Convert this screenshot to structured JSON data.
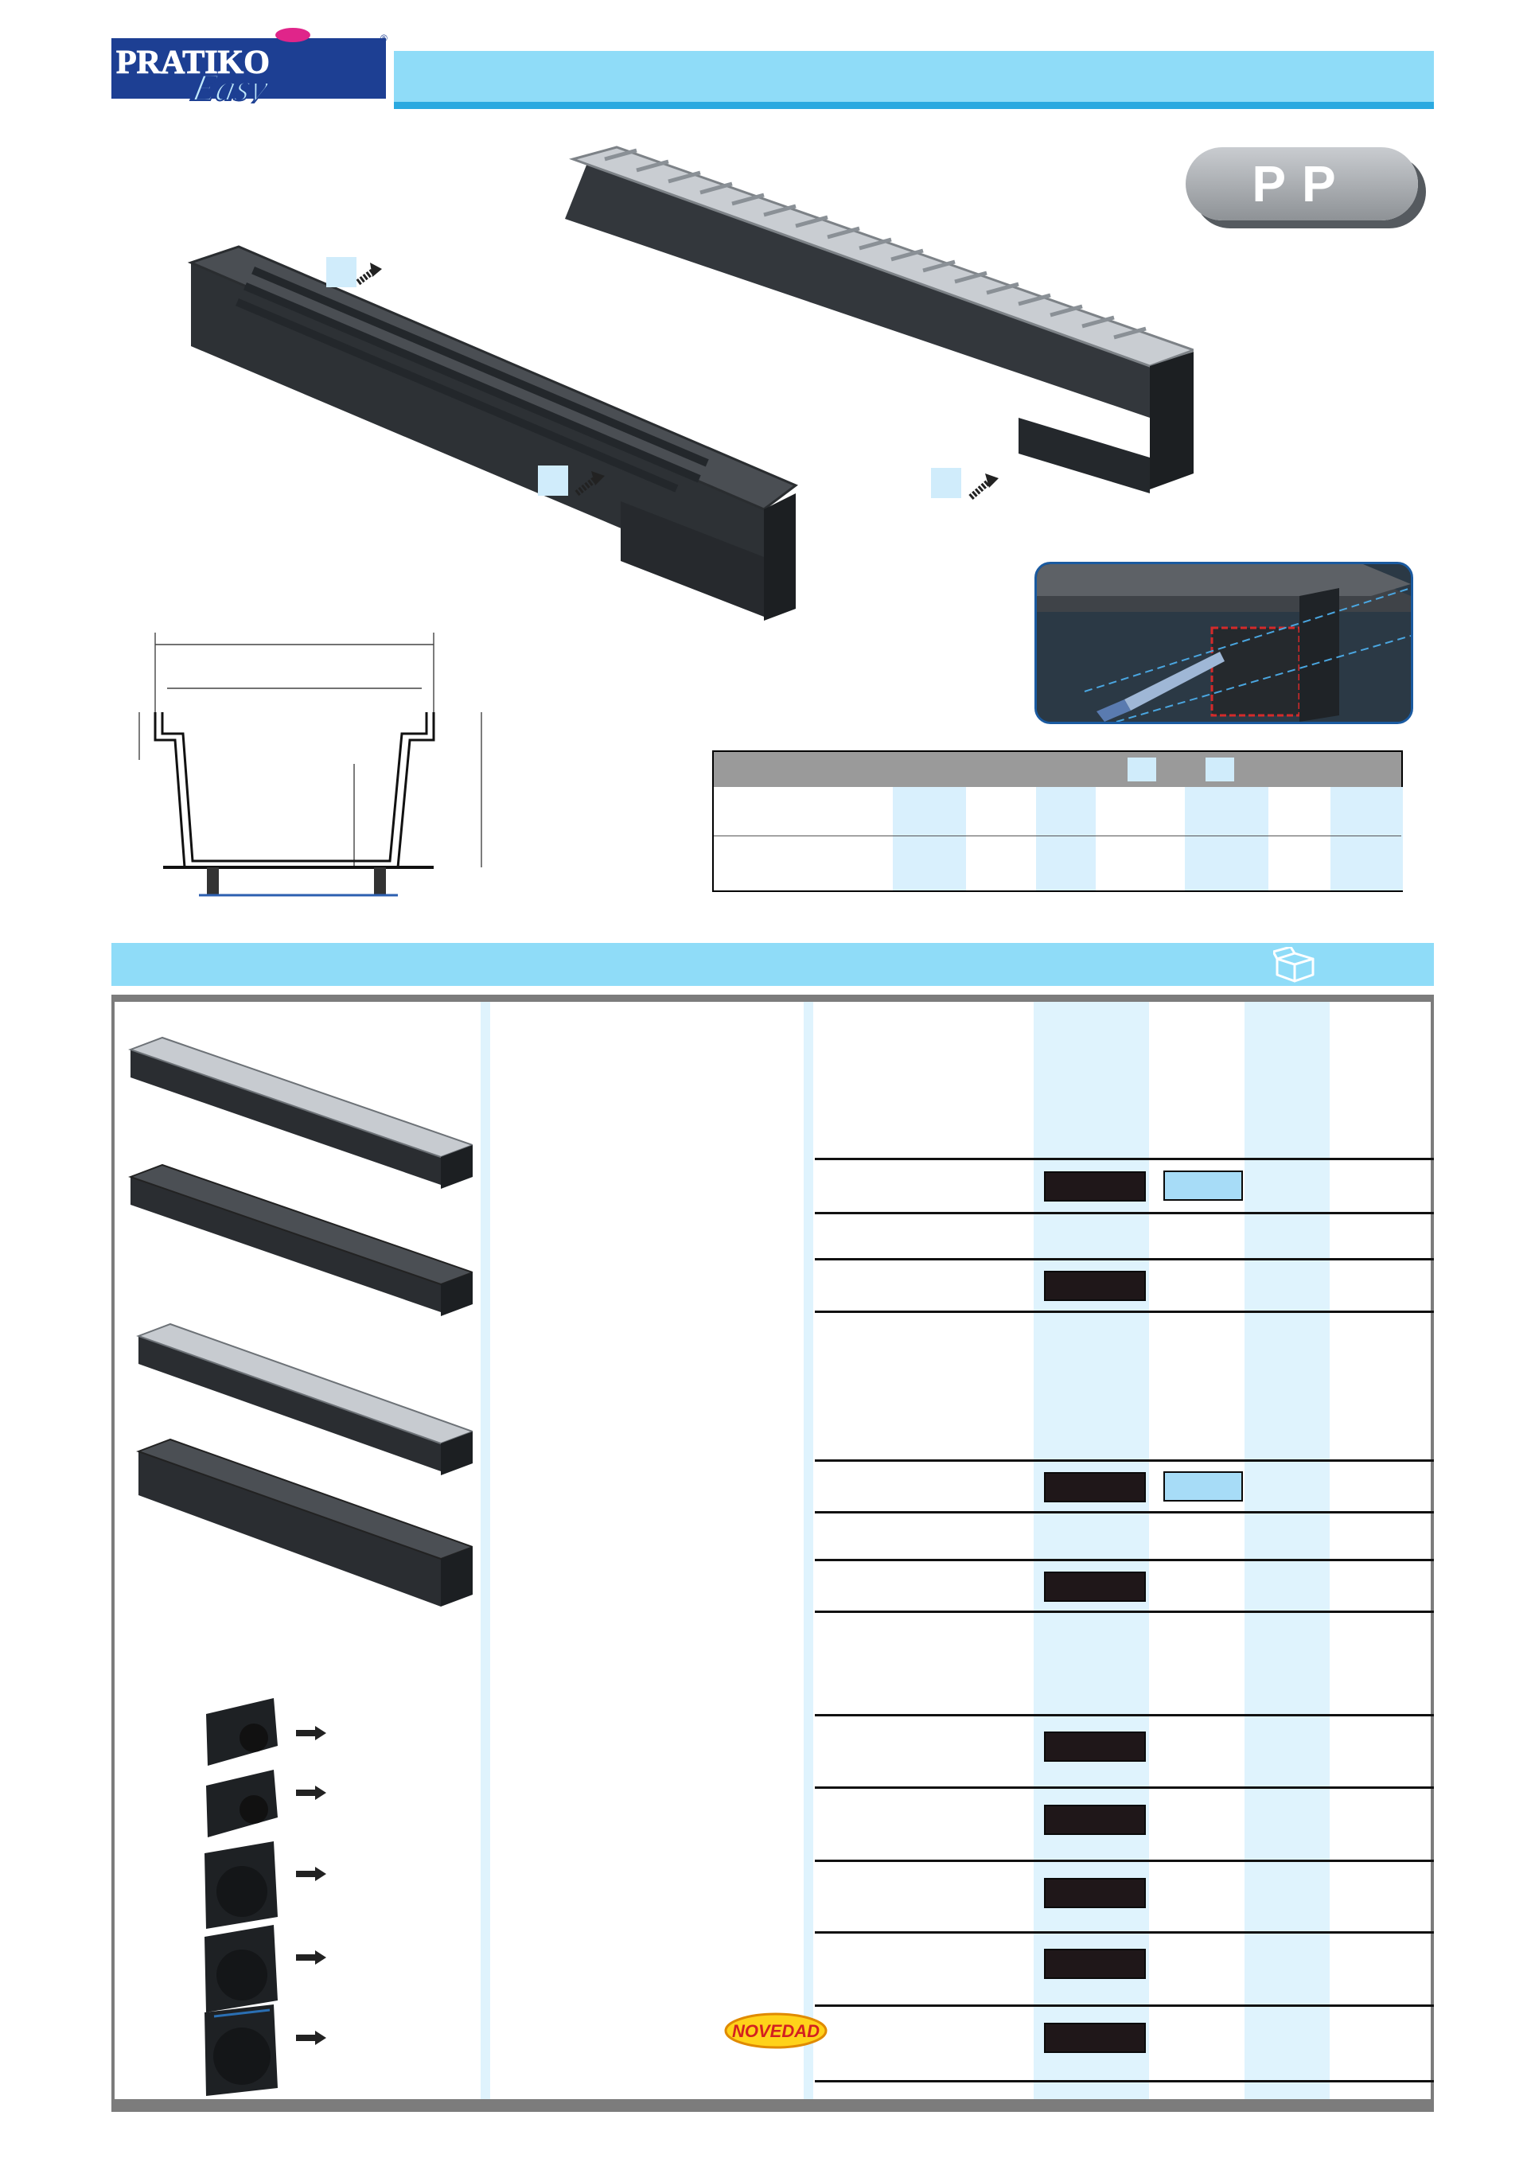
{
  "brand": {
    "name": "PRATIKO",
    "subname": "Easy",
    "registered": "®"
  },
  "badge": {
    "text": "PP"
  },
  "novedad": {
    "text": "NOVEDAD"
  },
  "colors": {
    "light_blue": "#8fdcf8",
    "mid_blue": "#2aa9e0",
    "stripe": "#dff3fd",
    "dark": "#1f1719",
    "grey": "#9a9a9a"
  },
  "icons": {
    "package": "open-box-icon",
    "arrow": "striped-arrow-icon"
  }
}
